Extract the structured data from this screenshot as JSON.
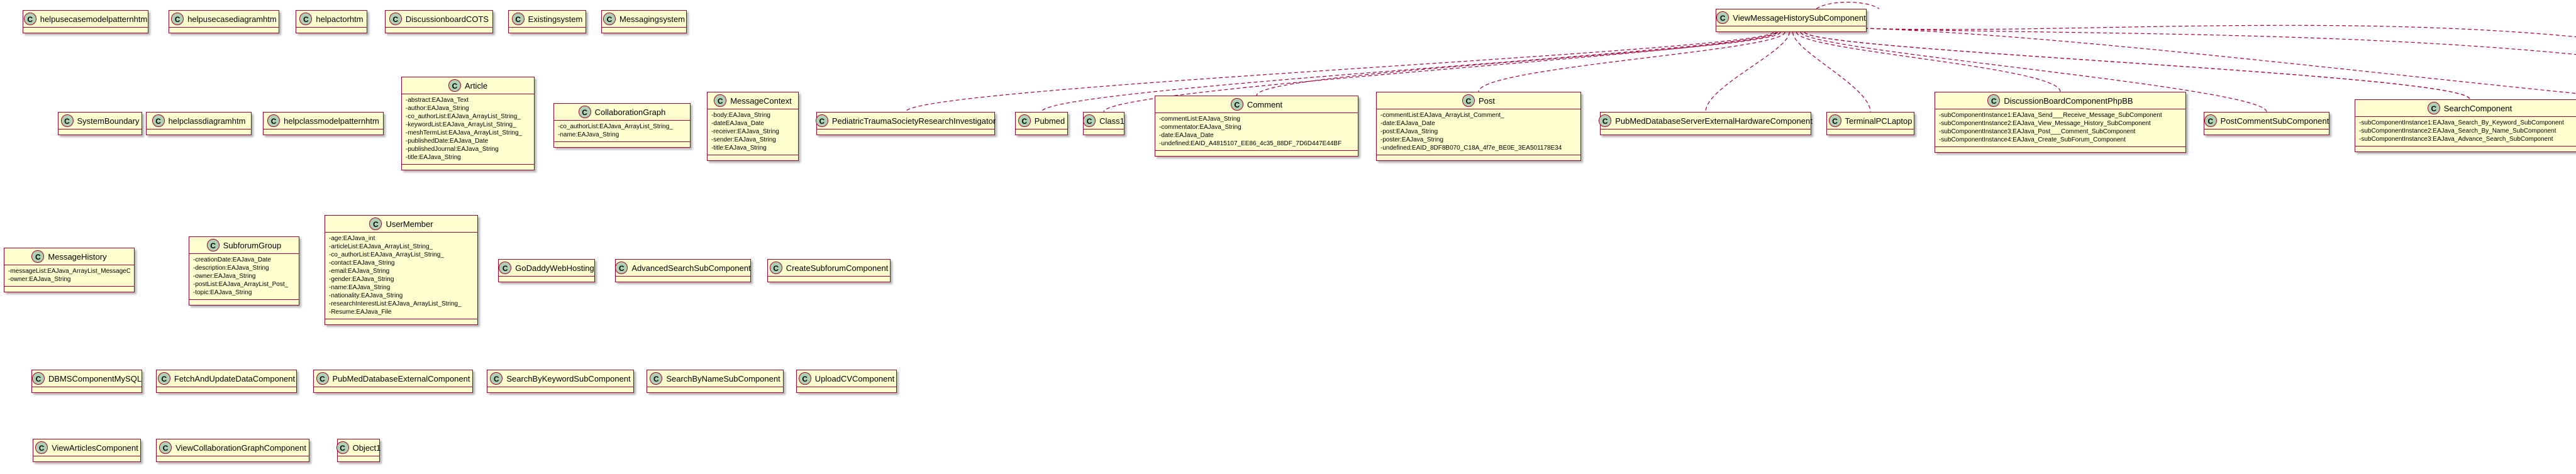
{
  "classes": [
    {
      "id": "helpusecasemodelpatternhtm",
      "name": "helpusecasemodelpatternhtm",
      "attrs": []
    },
    {
      "id": "helpusecasediagramhtm",
      "name": "helpusecasediagramhtm",
      "attrs": []
    },
    {
      "id": "helpactorhtm",
      "name": "helpactorhtm",
      "attrs": []
    },
    {
      "id": "DiscussionboardCOTS",
      "name": "DiscussionboardCOTS",
      "attrs": []
    },
    {
      "id": "Existingsystem",
      "name": "Existingsystem",
      "attrs": []
    },
    {
      "id": "Messagingsystem",
      "name": "Messagingsystem",
      "attrs": []
    },
    {
      "id": "ViewMessageHistorySubComponent",
      "name": "ViewMessageHistorySubComponent",
      "attrs": []
    },
    {
      "id": "SystemBoundary",
      "name": "SystemBoundary",
      "attrs": []
    },
    {
      "id": "helpclassdiagramhtm",
      "name": "helpclassdiagramhtm",
      "attrs": []
    },
    {
      "id": "helpclassmodelpatternhtm",
      "name": "helpclassmodelpatternhtm",
      "attrs": []
    },
    {
      "id": "Article",
      "name": "Article",
      "attrs": [
        "-abstract:EAJava_Text",
        "-author:EAJava_String",
        "-co_authorList:EAJava_ArrayList_String_",
        "-keywordList:EAJava_ArrayList_String_",
        "-meshTermList:EAJava_ArrayList_String_",
        "-publishedDate:EAJava_Date",
        "-publishedJournal:EAJava_String",
        "-title:EAJava_String"
      ]
    },
    {
      "id": "CollaborationGraph",
      "name": "CollaborationGraph",
      "attrs": [
        "-co_authorList:EAJava_ArrayList_String_",
        "-name:EAJava_String"
      ]
    },
    {
      "id": "MessageContext",
      "name": "MessageContext",
      "attrs": [
        "-body:EAJava_String",
        "-dateEAJava_Date",
        "-receiver:EAJava_String",
        "-sender:EAJava_String",
        "-title:EAJava_String"
      ]
    },
    {
      "id": "PediatricTraumaSocietyResearchInvestigator",
      "name": "PediatricTraumaSocietyResearchInvestigator",
      "attrs": []
    },
    {
      "id": "Pubmed",
      "name": "Pubmed",
      "attrs": []
    },
    {
      "id": "Class1",
      "name": "Class1",
      "attrs": []
    },
    {
      "id": "Comment",
      "name": "Comment",
      "attrs": [
        "-commentList:EAJava_String",
        "-commentator:EAJava_String",
        "-date:EAJava_Date",
        "-undefined:EAID_A4815107_EE86_4c35_88DF_7D6D447E44BF"
      ]
    },
    {
      "id": "Post",
      "name": "Post",
      "attrs": [
        "-commentList:EAJava_ArrayList_Comment_",
        "-date:EAJava_Date",
        "-post:EAJava_String",
        "-poster:EAJava_String",
        "-undefined:EAID_8DF8B070_C18A_4f7e_BE0E_3EA501178E34"
      ]
    },
    {
      "id": "PubMedDatabaseServerExternalHardwareComponent",
      "name": "PubMedDatabaseServerExternalHardwareComponent",
      "attrs": []
    },
    {
      "id": "TerminalPCLaptop",
      "name": "TerminalPCLaptop",
      "attrs": []
    },
    {
      "id": "DiscussionBoardComponentPhpBB",
      "name": "DiscussionBoardComponentPhpBB",
      "attrs": [
        "-subComponentInstance1:EAJava_Send___Receive_Message_SubComponent",
        "-subComponentInstance2:EAJava_View_Message_History_SubComponent",
        "-subComponentInstance3:EAJava_Post___Comment_SubComponent",
        "-subComponentInstance4:EAJava_Create_SubForum_Component"
      ]
    },
    {
      "id": "PostCommentSubComponent",
      "name": "PostCommentSubComponent",
      "attrs": []
    },
    {
      "id": "SearchComponent",
      "name": "SearchComponent",
      "attrs": [
        "-subComponentInstance1:EAJava_Search_By_Keyword_SubComponent",
        "-subComponentInstance2:EAJava_Search_By_Name_SubComponent",
        "-subComponentInstance3:EAJava_Advance_Search_SubComponent"
      ]
    },
    {
      "id": "MessageHistory",
      "name": "MessageHistory",
      "attrs": [
        "-messageList:EAJava_ArrayList_MessageContext_",
        "-owner:EAJava_String"
      ]
    },
    {
      "id": "SubforumGroup",
      "name": "SubforumGroup",
      "attrs": [
        "-creationDate:EAJava_Date",
        "-description:EAJava_String",
        "-owner:EAJava_String",
        "-postList:EAJava_ArrayList_Post_",
        "-topic:EAJava_String"
      ]
    },
    {
      "id": "UserMember",
      "name": "UserMember",
      "attrs": [
        "-age:EAJava_int",
        "-articleList:EAJava_ArrayList_String_",
        "-co_authorList:EAJava_ArrayList_String_",
        "-contact:EAJava_String",
        "-email:EAJava_String",
        "-gender:EAJava_String",
        "-name:EAJava_String",
        "-nationality:EAJava_String",
        "-researchInterestList:EAJava_ArrayList_String_",
        "-Resume:EAJava_File"
      ]
    },
    {
      "id": "GoDaddyWebHosting",
      "name": "GoDaddyWebHosting",
      "attrs": []
    },
    {
      "id": "AdvancedSearchSubComponent",
      "name": "AdvancedSearchSubComponent",
      "attrs": []
    },
    {
      "id": "CreateSubforumComponent",
      "name": "CreateSubforumComponent",
      "attrs": []
    },
    {
      "id": "DBMSComponentMySQL",
      "name": "DBMSComponentMySQL",
      "attrs": []
    },
    {
      "id": "FetchAndUpdateDataComponent",
      "name": "FetchAndUpdateDataComponent",
      "attrs": []
    },
    {
      "id": "PubMedDatabaseExternalComponent",
      "name": "PubMedDatabaseExternalComponent",
      "attrs": []
    },
    {
      "id": "SearchByKeywordSubComponent",
      "name": "SearchByKeywordSubComponent",
      "attrs": []
    },
    {
      "id": "SearchByNameSubComponent",
      "name": "SearchByNameSubComponent",
      "attrs": []
    },
    {
      "id": "UploadCVComponent",
      "name": "UploadCVComponent",
      "attrs": []
    },
    {
      "id": "ViewArticlesComponent",
      "name": "ViewArticlesComponent",
      "attrs": []
    },
    {
      "id": "ViewCollaborationGraphComponent",
      "name": "ViewCollaborationGraphComponent",
      "attrs": []
    },
    {
      "id": "Object1",
      "name": "Object1",
      "attrs": []
    }
  ],
  "relations": [
    {
      "from": "ViewMessageHistorySubComponent",
      "to": "PediatricTraumaSocietyResearchInvestigator"
    },
    {
      "from": "ViewMessageHistorySubComponent",
      "to": "Pubmed"
    },
    {
      "from": "ViewMessageHistorySubComponent",
      "to": "Class1"
    },
    {
      "from": "ViewMessageHistorySubComponent",
      "to": "Comment"
    },
    {
      "from": "ViewMessageHistorySubComponent",
      "to": "Post"
    },
    {
      "from": "ViewMessageHistorySubComponent",
      "to": "PubMedDatabaseServerExternalHardwareComponent"
    },
    {
      "from": "ViewMessageHistorySubComponent",
      "to": "TerminalPCLaptop"
    },
    {
      "from": "ViewMessageHistorySubComponent",
      "to": "DiscussionBoardComponentPhpBB"
    },
    {
      "from": "ViewMessageHistorySubComponent",
      "to": "PostCommentSubComponent"
    },
    {
      "from": "ViewMessageHistorySubComponent",
      "to": "SearchComponent"
    },
    {
      "from": "ViewMessageHistorySubComponent",
      "to": "SearchComponent"
    },
    {
      "from": "ViewMessageHistorySubComponent",
      "to": "offscreen-right-1"
    },
    {
      "from": "ViewMessageHistorySubComponent",
      "to": "offscreen-right-2"
    },
    {
      "from": "ViewMessageHistorySubComponent",
      "to": "offscreen-right-3"
    },
    {
      "from": "ViewMessageHistorySubComponent",
      "to": "ViewMessageHistorySubComponent"
    }
  ],
  "colors": {
    "fill": "#fefece",
    "border": "#a80036",
    "badge": "#add1b2",
    "edge": "#a80036",
    "background": "#ffffff"
  },
  "stereotype_letter": "C"
}
